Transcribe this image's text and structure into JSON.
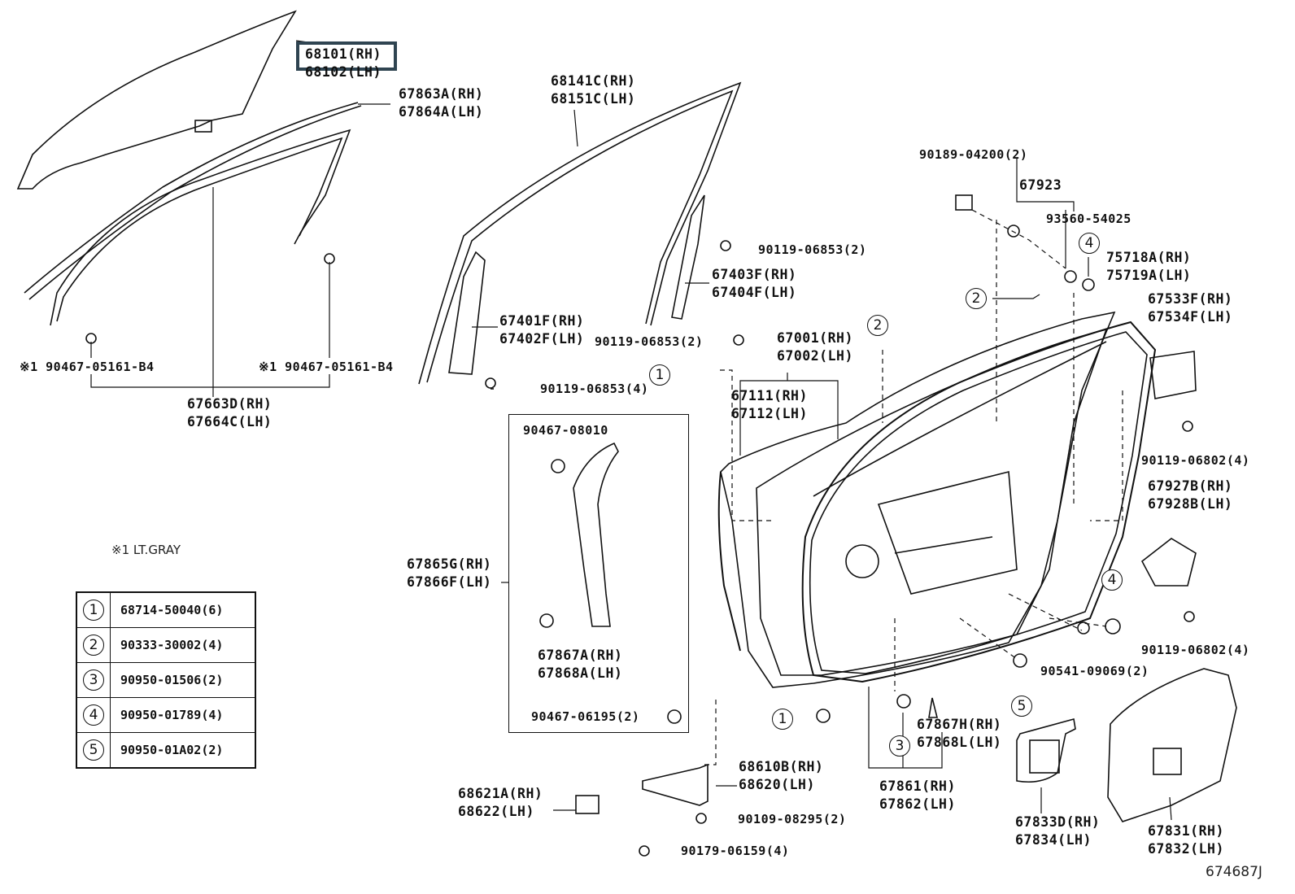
{
  "diagram": {
    "title": "Front Door Panel & Glass Parts Diagram",
    "figure_id": "674687J",
    "highlight_color": "#2f4451",
    "note": "※1 LT.GRAY",
    "labels": {
      "glass": {
        "rh": "68101(RH)",
        "lh": "68102(LH)",
        "highlighted": true
      },
      "outer_molding": {
        "rh": "67863A(RH)",
        "lh": "67864A(LH)"
      },
      "frame_molding": {
        "rh": "67663D(RH)",
        "lh": "67664C(LH)"
      },
      "clip_left": "※1 90467-05161-B4",
      "clip_right": "※1 90467-05161-B4",
      "run_channel": {
        "rh": "68141C(RH)",
        "lh": "68151C(LH)"
      },
      "front_channel": {
        "rh": "67401F(RH)",
        "lh": "67402F(LH)"
      },
      "rear_channel": {
        "rh": "67403F(RH)",
        "lh": "67404F(LH)"
      },
      "bolt_a": "90119-06853(2)",
      "bolt_b": "90119-06853(2)",
      "bolt_c": "90119-06853(4)",
      "door_panel": {
        "rh": "67001(RH)",
        "lh": "67002(LH)"
      },
      "door_outer_panel": {
        "rh": "67111(RH)",
        "lh": "67112(LH)"
      },
      "belt_molding": {
        "rh": "67865G(RH)",
        "lh": "67866F(LH)"
      },
      "kit_clip_top": "90467-08010",
      "kit_clip": {
        "rh": "67867A(RH)",
        "lh": "67868A(LH)"
      },
      "kit_clip_bottom": "90467-06195(2)",
      "check_bolt_90189": "90189-04200(2)",
      "part_67923": "67923",
      "screw_93560": "93560-54025",
      "part_75718": {
        "rh": "75718A(RH)",
        "lh": "75719A(LH)"
      },
      "part_67533": {
        "rh": "67533F(RH)",
        "lh": "67534F(LH)"
      },
      "bolt_06802_a": "90119-06802(4)",
      "part_67927": {
        "rh": "67927B(RH)",
        "lh": "67928B(LH)"
      },
      "bolt_06802_b": "90119-06802(4)",
      "nut_90541": "90541-09069(2)",
      "weatherstrip_clip": {
        "rh": "67867H(RH)",
        "lh": "67868L(LH)"
      },
      "weatherstrip": {
        "rh": "67861(RH)",
        "lh": "67862(LH)"
      },
      "door_check": {
        "rh": "68610B(RH)",
        "lh": "68620(LH)"
      },
      "check_cover": {
        "rh": "68621A(RH)",
        "lh": "68622(LH)"
      },
      "bolt_08295": "90109-08295(2)",
      "nut_06159": "90179-06159(4)",
      "service_hole_cover": {
        "rh": "67833D(RH)",
        "lh": "67834(LH)"
      },
      "hole_cover_main": {
        "rh": "67831(RH)",
        "lh": "67832(LH)"
      }
    },
    "callouts": [
      "1",
      "2",
      "2",
      "3",
      "4",
      "4",
      "5",
      "1"
    ],
    "legend": [
      {
        "num": "1",
        "part": "68714-50040(6)"
      },
      {
        "num": "2",
        "part": "90333-30002(4)"
      },
      {
        "num": "3",
        "part": "90950-01506(2)"
      },
      {
        "num": "4",
        "part": "90950-01789(4)"
      },
      {
        "num": "5",
        "part": "90950-01A02(2)"
      }
    ]
  }
}
